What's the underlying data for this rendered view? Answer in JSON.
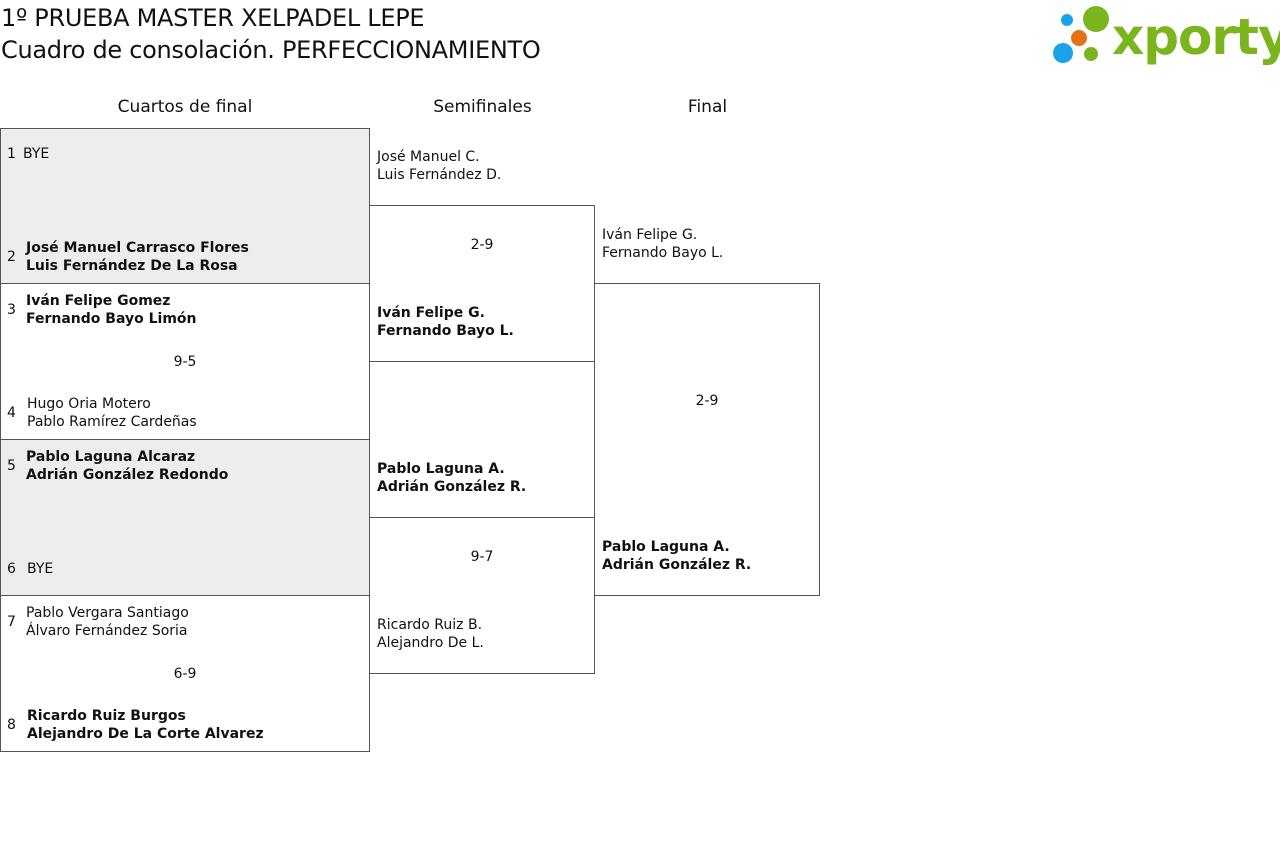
{
  "header": {
    "title_line1": "1º PRUEBA MASTER XELPADEL LEPE",
    "title_line2": "Cuadro de consolación. PERFECCIONAMIENTO"
  },
  "logo": {
    "text": "xporty",
    "green": "#7ab51d",
    "blue": "#1aa3e8",
    "orange": "#e8701a"
  },
  "rounds": {
    "quarters": "Cuartos de final",
    "semis": "Semifinales",
    "final": "Final"
  },
  "quarters": [
    {
      "score": "",
      "p1": {
        "seed": "1",
        "line1": "BYE",
        "line2": ""
      },
      "p2": {
        "seed": "2",
        "line1": "José Manuel Carrasco Flores",
        "line2": "Luis Fernández De La Rosa"
      }
    },
    {
      "score": "9-5",
      "p1": {
        "seed": "3",
        "line1": "Iván Felipe Gomez",
        "line2": "Fernando Bayo Limón"
      },
      "p2": {
        "seed": "4",
        "line1": "Hugo Oria Motero",
        "line2": "Pablo Ramírez Cardeñas"
      }
    },
    {
      "score": "",
      "p1": {
        "seed": "5",
        "line1": "Pablo Laguna Alcaraz",
        "line2": "Adrián González Redondo"
      },
      "p2": {
        "seed": "6",
        "line1": "BYE",
        "line2": ""
      }
    },
    {
      "score": "6-9",
      "p1": {
        "seed": "7",
        "line1": "Pablo Vergara Santiago",
        "line2": "Álvaro Fernández Soria"
      },
      "p2": {
        "seed": "8",
        "line1": "Ricardo Ruiz Burgos",
        "line2": "Alejandro De La Corte Alvarez"
      }
    }
  ],
  "semis": [
    {
      "score": "2-9",
      "p1": {
        "line1": "José Manuel C.",
        "line2": "Luis Fernández D."
      },
      "p2": {
        "line1": "Iván Felipe G.",
        "line2": "Fernando Bayo L."
      }
    },
    {
      "score": "9-7",
      "p1": {
        "line1": "Pablo Laguna A.",
        "line2": "Adrián González R."
      },
      "p2": {
        "line1": "Ricardo Ruiz B.",
        "line2": "Alejandro De L."
      }
    }
  ],
  "final": {
    "score": "2-9",
    "p1": {
      "line1": "Iván Felipe G.",
      "line2": "Fernando Bayo L."
    },
    "p2": {
      "line1": "Pablo Laguna A.",
      "line2": "Adrián González R."
    }
  }
}
